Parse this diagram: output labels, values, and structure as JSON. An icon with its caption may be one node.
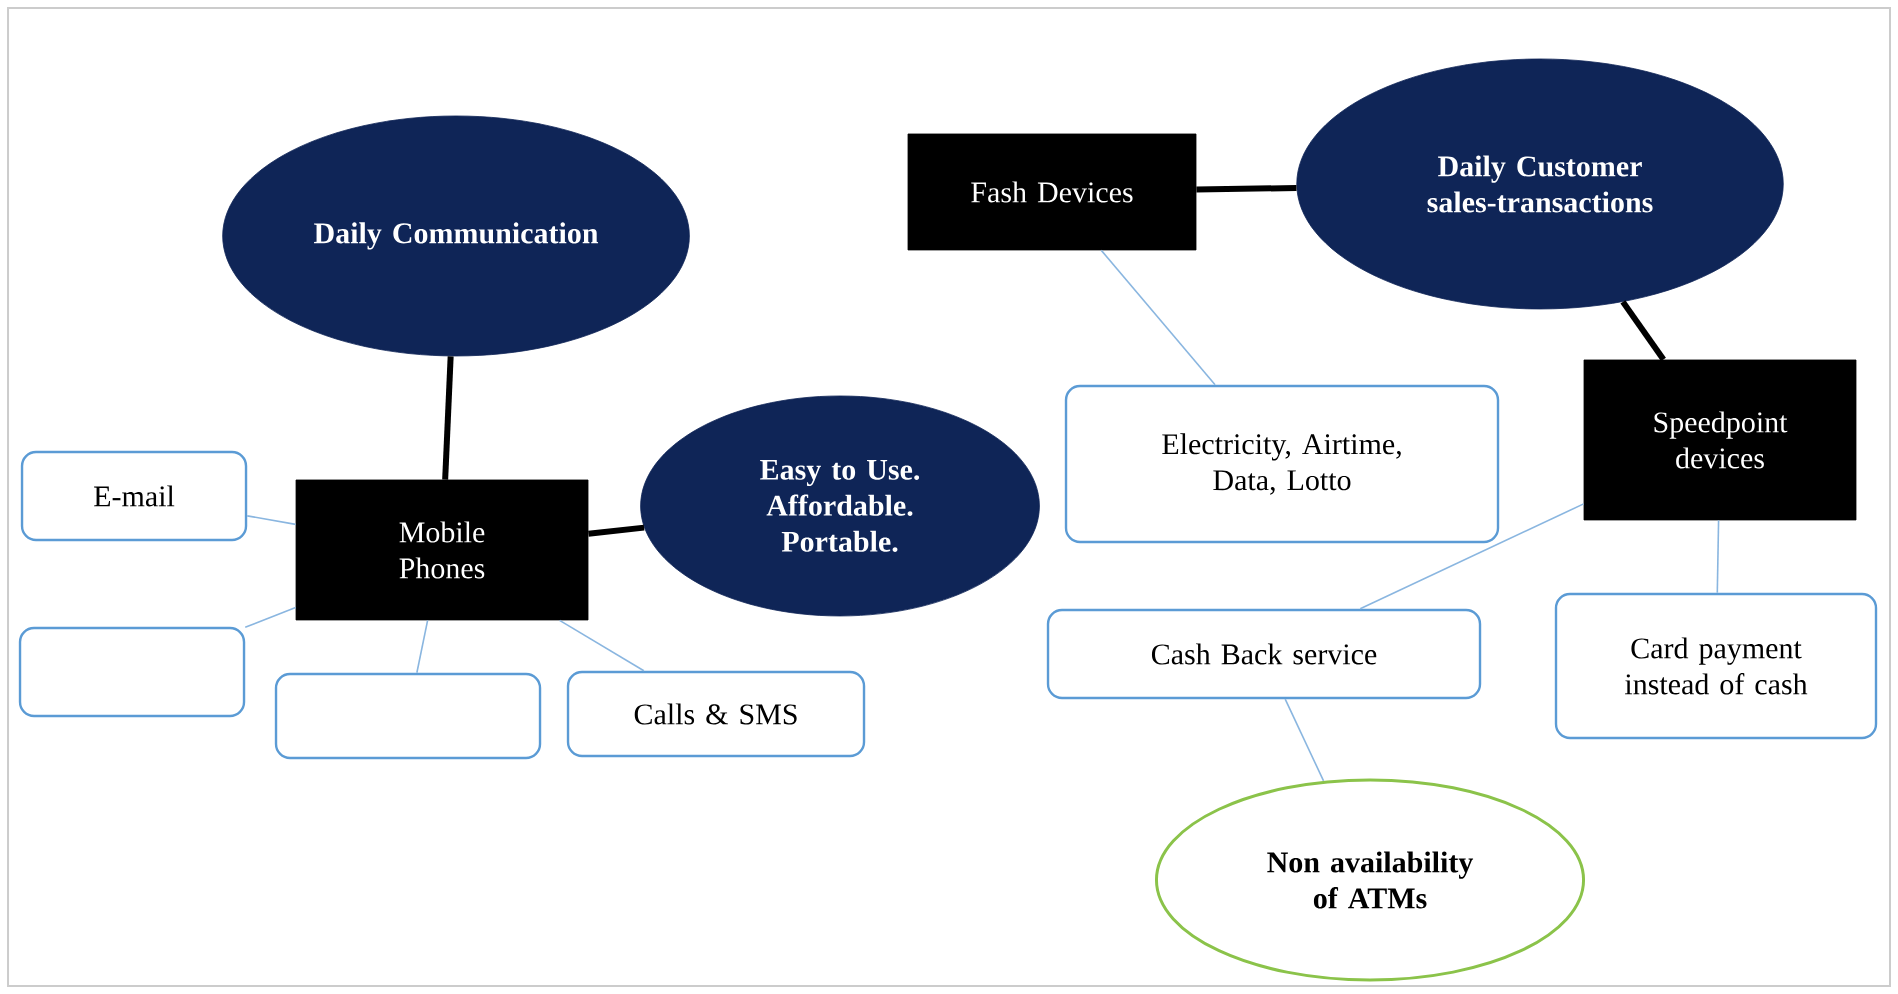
{
  "diagram": {
    "nodes": [
      {
        "text": [
          "Daily Communication"
        ]
      },
      {
        "text": [
          "Mobile Phones"
        ]
      },
      {
        "text": [
          "E-mail"
        ]
      },
      {
        "text": [],
        "shape": "box"
      },
      {
        "text": [],
        "shape": "box"
      },
      {
        "text": [
          "Calls & SMS"
        ]
      },
      {
        "text": [
          "Easy to Use. Affordable. Portable."
        ]
      },
      {
        "text": [
          "Fash Devices"
        ]
      },
      {
        "text": [
          "Daily Customer sales-transactions"
        ]
      },
      {
        "text": [
          "Electricity, Airtime, Data, Lotto"
        ]
      },
      {
        "text": [
          "Speedpoint devices"
        ]
      },
      {
        "text": [
          "Cash Back service"
        ]
      },
      {
        "text": [
          "Card payment instead of cash"
        ]
      },
      {
        "text": [
          "Non availability of ATMs"
        ]
      }
    ],
    "edges": [
      {
        "from": 0,
        "to": 1,
        "arrow": "none",
        "style": "thick",
        "color": "#000000"
      },
      {
        "from": 1,
        "to": 6,
        "arrow": "none",
        "style": "thick",
        "color": "#000000"
      },
      {
        "from": 2,
        "to": 1,
        "arrow": "none"
      },
      {
        "from": 3,
        "to": 1,
        "arrow": "none"
      },
      {
        "from": 4,
        "to": 1,
        "arrow": "none"
      },
      {
        "from": 5,
        "to": 1,
        "arrow": "none"
      },
      {
        "from": 7,
        "to": 8,
        "arrow": "none",
        "style": "thick",
        "color": "#000000"
      },
      {
        "from": 9,
        "to": 7,
        "arrow": "none"
      },
      {
        "from": 8,
        "to": 10,
        "arrow": "none",
        "style": "thick",
        "color": "#000000"
      },
      {
        "from": 11,
        "to": 10,
        "arrow": "none"
      },
      {
        "from": 12,
        "to": 10,
        "arrow": "none"
      },
      {
        "from": 11,
        "to": 13,
        "arrow": "none"
      }
    ]
  }
}
